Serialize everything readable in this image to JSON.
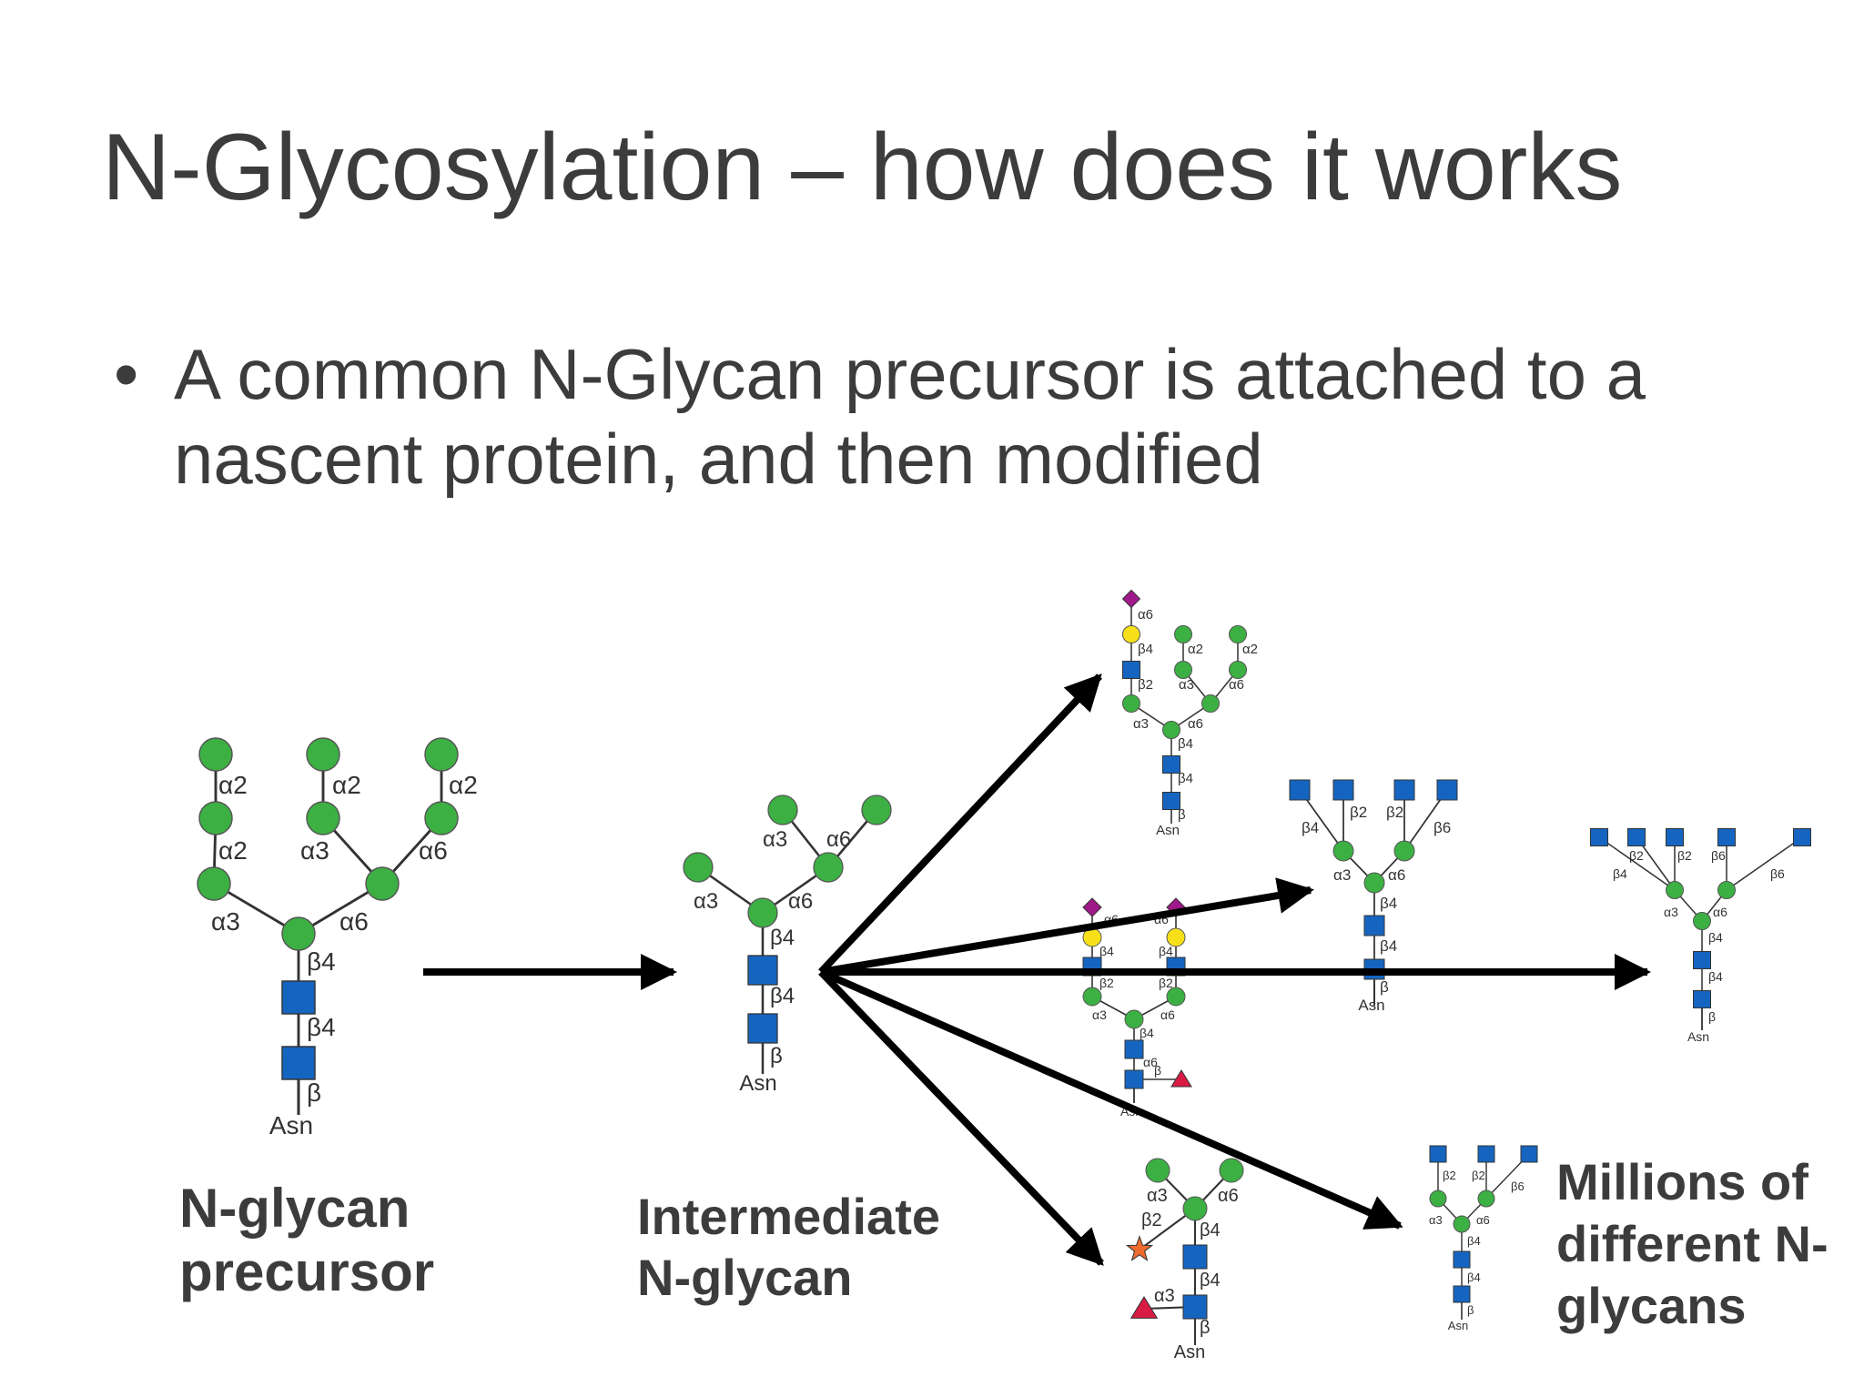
{
  "title": "N-Glycosylation – how does it works",
  "bullets": [
    {
      "lines": [
        "A common N-Glycan precursor is attached to a",
        "nascent protein, and then modified"
      ]
    }
  ],
  "captions": {
    "precursor": [
      "N-glycan",
      "precursor"
    ],
    "intermediate": [
      "Intermediate",
      "N-glycan"
    ],
    "millions": [
      "Millions of",
      "different N-",
      "glycans"
    ]
  },
  "legend_colors": {
    "mannose": "#3cb043",
    "glcnac": "#1565c0",
    "galactose": "#f7e01a",
    "sialic_acid": "#a0198a",
    "fucose": "#d81b45",
    "xylose": "#ee6b2d",
    "arrow": "#000000",
    "text": "#3c3c3c"
  },
  "glycans": {
    "precursor": {
      "linkages": [
        "α2",
        "α2",
        "α2",
        "α2",
        "α3",
        "α6",
        "α3",
        "α6",
        "β4",
        "β4",
        "β"
      ],
      "root": "Asn"
    },
    "intermediate": {
      "linkages": [
        "α3",
        "α6",
        "α3",
        "α6",
        "β4",
        "β4",
        "β"
      ],
      "root": "Asn"
    },
    "hybrid": {
      "linkages": [
        "α6",
        "β4",
        "β2",
        "α2",
        "α2",
        "α3",
        "α6",
        "α3",
        "α6",
        "β4",
        "β4",
        "β"
      ],
      "root": "Asn"
    },
    "tetra_small": {
      "linkages": [
        "β4",
        "β2",
        "β2",
        "β6",
        "α3",
        "α6",
        "β4",
        "β4",
        "β"
      ],
      "root": "Asn"
    },
    "penta": {
      "linkages": [
        "β4",
        "β2",
        "β2",
        "β6",
        "β6",
        "α3",
        "α6",
        "β4",
        "β4",
        "β"
      ],
      "root": "Asn"
    },
    "sialyl_biant": {
      "linkages": [
        "α6",
        "α6",
        "β4",
        "β4",
        "β2",
        "β2",
        "α3",
        "α6",
        "β4",
        "α6",
        "β"
      ],
      "root": "Asn"
    },
    "plant": {
      "linkages": [
        "α3",
        "α6",
        "β2",
        "β4",
        "β4",
        "α3",
        "β"
      ],
      "root": "Asn"
    },
    "tetra_large": {
      "linkages": [
        "β2",
        "β2",
        "β6",
        "α3",
        "α6",
        "β4",
        "β4",
        "β"
      ],
      "root": "Asn"
    }
  }
}
